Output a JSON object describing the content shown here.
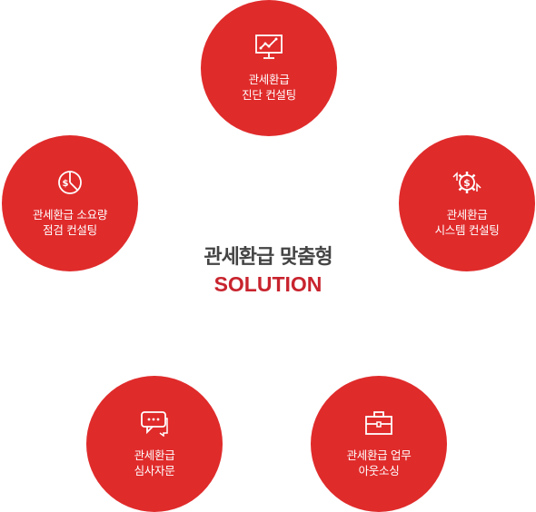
{
  "center": {
    "title": "관세환급 맞춤형",
    "subtitle": "SOLUTION"
  },
  "nodes": [
    {
      "icon": "monitor-chart-icon",
      "line1": "관세환급",
      "line2": "진단 컨설팅"
    },
    {
      "icon": "gear-dollar-icon",
      "line1": "관세환급",
      "line2": "시스템 컨설팅"
    },
    {
      "icon": "pie-dollar-icon",
      "line1": "관세환급 소요량",
      "line2": "점검 컨설팅"
    },
    {
      "icon": "chat-bubble-icon",
      "line1": "관세환급",
      "line2": "심사자문"
    },
    {
      "icon": "briefcase-icon",
      "line1": "관세환급 업무",
      "line2": "아웃소싱"
    }
  ],
  "colors": {
    "circle": "#e02b2b",
    "title": "#444444",
    "subtitle": "#c8242e"
  }
}
